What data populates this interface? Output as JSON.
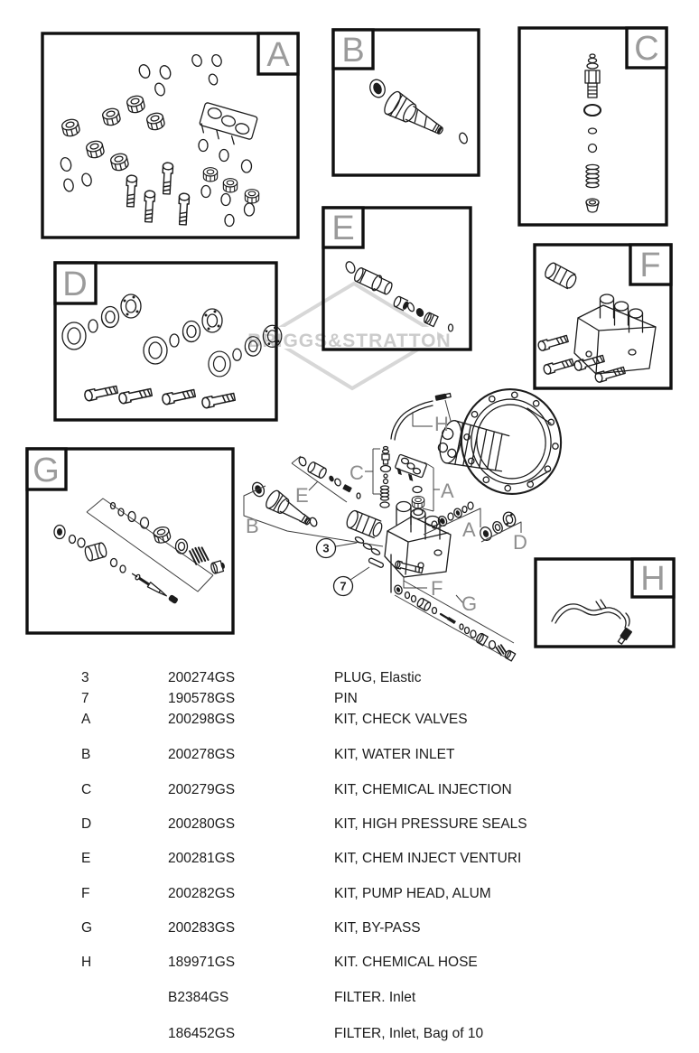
{
  "watermark": {
    "text": "BRIGGS&STRATTON"
  },
  "boxes": {
    "a": "A",
    "b": "B",
    "c": "C",
    "d": "D",
    "e": "E",
    "f": "F",
    "g": "G",
    "h": "H"
  },
  "callouts": {
    "hose": "H",
    "chem": "C",
    "check_top": "A",
    "check_side": "A",
    "venturi": "E",
    "inlet": "B",
    "seals": "D",
    "bolt": "F",
    "bypass": "G",
    "plug": "3",
    "pin": "7"
  },
  "parts_table": {
    "rows": [
      {
        "ref": "3",
        "part_number": "200274GS",
        "description": "PLUG, Elastic"
      },
      {
        "ref": "7",
        "part_number": "190578GS",
        "description": "PIN"
      },
      {
        "ref": "A",
        "part_number": "200298GS",
        "description": "KIT, CHECK VALVES"
      },
      {
        "ref": "B",
        "part_number": "200278GS",
        "description": "KIT, WATER INLET"
      },
      {
        "ref": "C",
        "part_number": "200279GS",
        "description": "KIT, CHEMICAL INJECTION"
      },
      {
        "ref": "D",
        "part_number": "200280GS",
        "description": "KIT, HIGH PRESSURE SEALS"
      },
      {
        "ref": "E",
        "part_number": "200281GS",
        "description": "KIT, CHEM INJECT VENTURI"
      },
      {
        "ref": "F",
        "part_number": "200282GS",
        "description": "KIT, PUMP HEAD, ALUM"
      },
      {
        "ref": "G",
        "part_number": "200283GS",
        "description": "KIT, BY-PASS"
      },
      {
        "ref": "H",
        "part_number": "189971GS",
        "description": "KIT. CHEMICAL HOSE"
      },
      {
        "ref": "",
        "part_number": "B2384GS",
        "description": "FILTER. Inlet"
      },
      {
        "ref": "",
        "part_number": "186452GS",
        "description": "FILTER, Inlet, Bag of 10"
      }
    ]
  }
}
